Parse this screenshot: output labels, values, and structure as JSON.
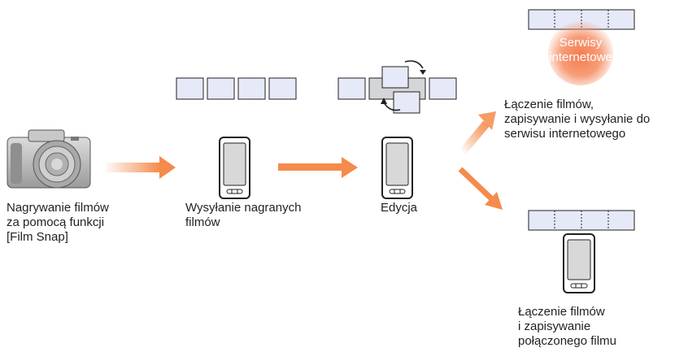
{
  "steps": {
    "record": {
      "caption": "Nagrywanie filmów\nza pomocą funkcji\n[Film Snap]"
    },
    "send": {
      "caption": "Wysyłanie nagranych\nfilmów"
    },
    "edit": {
      "caption": "Edycja"
    },
    "upload": {
      "caption": "Łączenie filmów,\nzapisywanie i wysyłanie do\nserwisu internetowego"
    },
    "save": {
      "caption": "Łączenie filmów\ni zapisywanie\npołączonego filmu"
    }
  },
  "cloud": {
    "label": "Serwisy\ninternetowe"
  },
  "colors": {
    "frame_fill": "#e6e9f7",
    "frame_stroke": "#231f20",
    "arrow": "#f58b4c",
    "cloud": "#f47c4e",
    "edit_gray": "#d4d5d6"
  },
  "icons": {
    "camera": "camera-icon",
    "phone": "smartphone-icon",
    "swap": "swap-arrows-icon",
    "cloud": "cloud-icon"
  }
}
